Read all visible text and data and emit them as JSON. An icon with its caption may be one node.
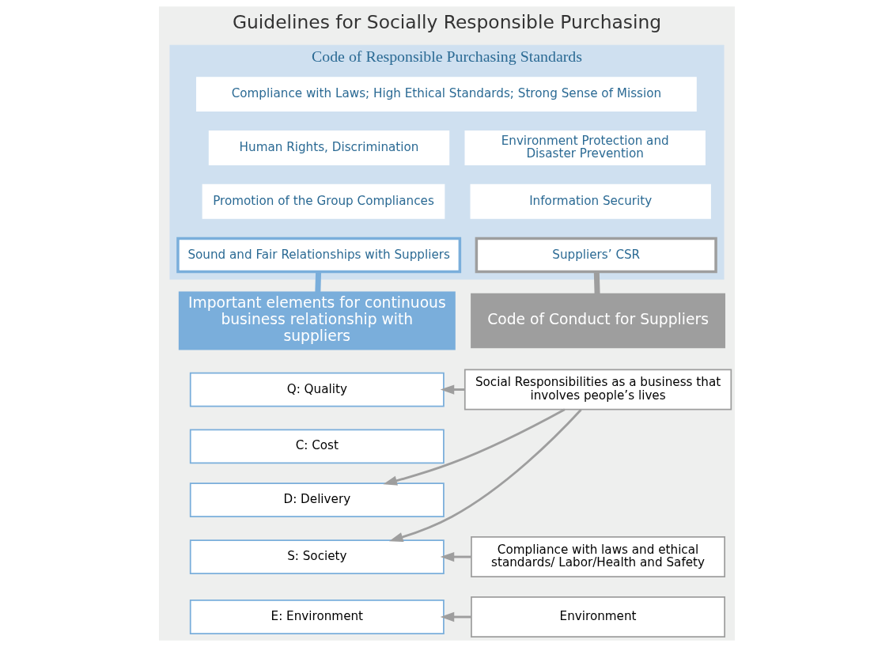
{
  "diagram": {
    "title": "Guidelines for Socially Responsible Purchasing",
    "nodes": [
      {
        "text": [
          "Code of Responsible Purchasing Standards"
        ]
      },
      {
        "text": [
          "Compliance with Laws; High Ethical Standards; Strong Sense of Mission"
        ],
        "in": 0
      },
      {
        "text": [
          "Human Rights, Discrimination"
        ],
        "in": 0
      },
      {
        "text": [
          "Environment Protection and Disaster Prevention"
        ],
        "in": 0
      },
      {
        "text": [
          "Promotion of the Group Compliances"
        ],
        "in": 0
      },
      {
        "text": [
          "Information Security"
        ],
        "in": 0
      },
      {
        "text": [
          "Sound and Fair Relationships with Suppliers"
        ],
        "in": 0
      },
      {
        "text": [
          "Suppliers’ CSR"
        ],
        "in": 0
      },
      {
        "text": [
          "Important elements for continuous business relationship with suppliers"
        ]
      },
      {
        "text": [
          "Code of Conduct for Suppliers"
        ]
      },
      {
        "text": [
          "Q: Quality"
        ]
      },
      {
        "text": [
          "C: Cost"
        ]
      },
      {
        "text": [
          "D: Delivery"
        ]
      },
      {
        "text": [
          "S: Society"
        ]
      },
      {
        "text": [
          "E: Environment"
        ]
      },
      {
        "text": [
          "Social Responsibilities as a business that involves people’s lives"
        ]
      },
      {
        "text": [
          "Compliance with laws and ethical standards/ Labor/Health and Safety"
        ]
      },
      {
        "text": [
          "Environment"
        ]
      }
    ],
    "edges": [
      {
        "from": 6,
        "to": 8,
        "arrow": "none",
        "style": "thick",
        "color": "#7aaedb"
      },
      {
        "from": 7,
        "to": 9,
        "arrow": "none",
        "style": "thick"
      },
      {
        "from": 15,
        "to": 10,
        "arrow": "to"
      },
      {
        "from": 15,
        "to": 12,
        "arrow": "to"
      },
      {
        "from": 15,
        "to": 13,
        "arrow": "to"
      },
      {
        "from": 16,
        "to": 13,
        "arrow": "to"
      },
      {
        "from": 17,
        "to": 14,
        "arrow": "to"
      }
    ]
  }
}
